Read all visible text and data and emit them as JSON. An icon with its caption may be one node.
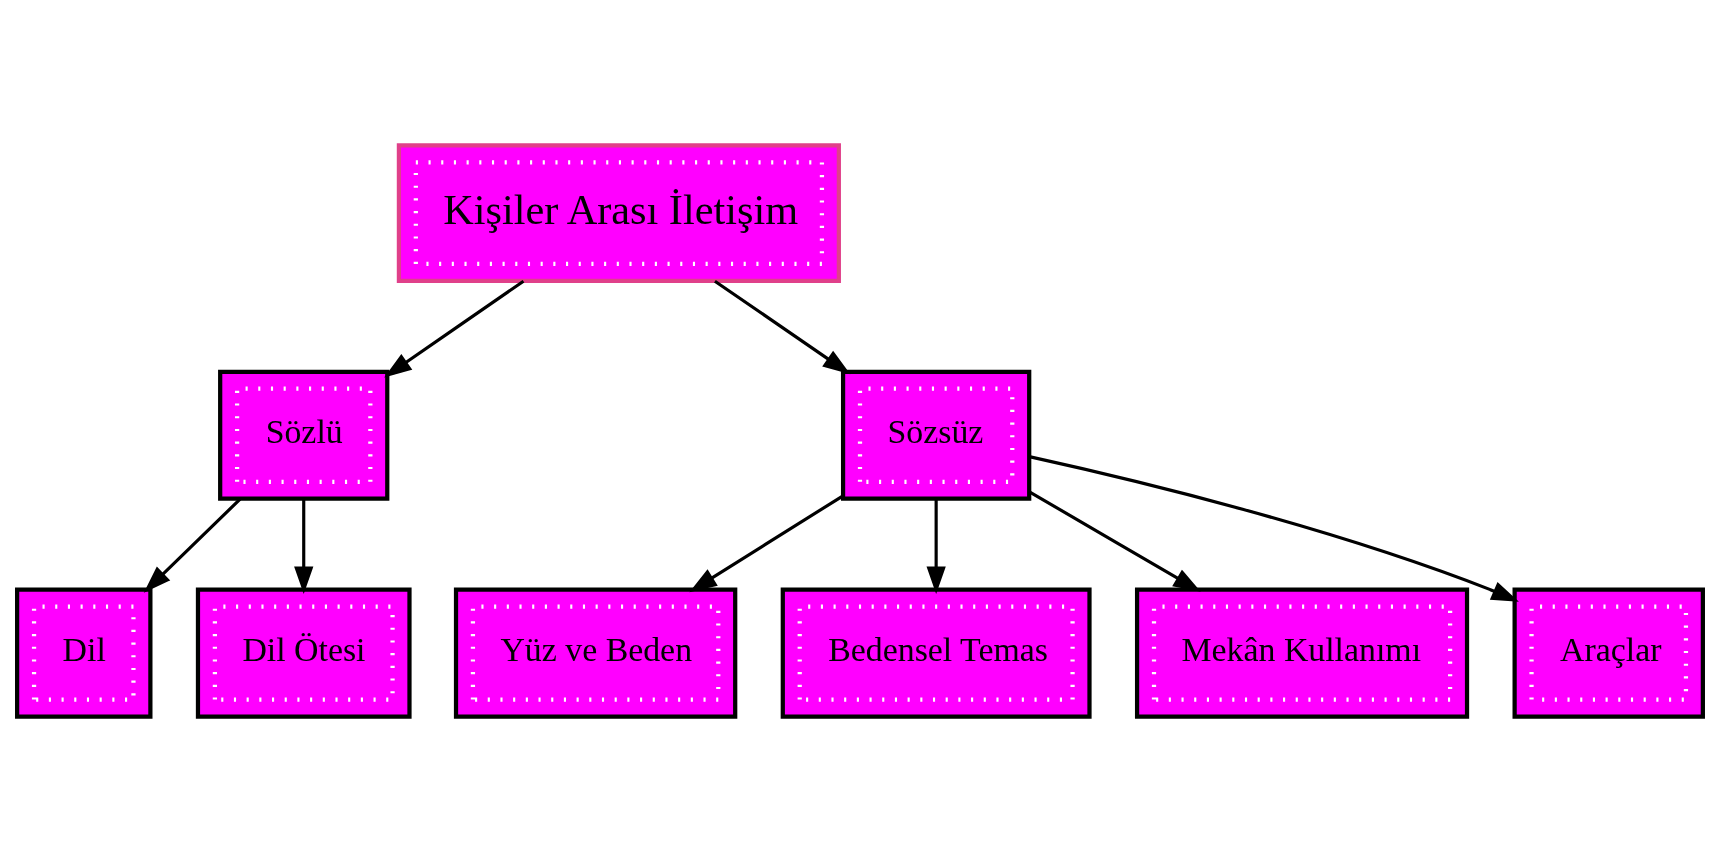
{
  "diagram": {
    "nodes": [
      {
        "text": [
          "Kişiler Arası İletişim"
        ]
      },
      {
        "text": [
          "Sözlü"
        ]
      },
      {
        "text": [
          "Sözsüz"
        ]
      },
      {
        "text": [
          "Dil"
        ]
      },
      {
        "text": [
          "Dil Ötesi"
        ]
      },
      {
        "text": [
          "Yüz ve Beden"
        ]
      },
      {
        "text": [
          "Bedensel Temas"
        ]
      },
      {
        "text": [
          "Mekân Kullanımı"
        ]
      },
      {
        "text": [
          "Araçlar"
        ]
      }
    ],
    "edges": [
      {
        "from": 0,
        "to": 1,
        "arrow": "to"
      },
      {
        "from": 0,
        "to": 2,
        "arrow": "to"
      },
      {
        "from": 1,
        "to": 3,
        "arrow": "to"
      },
      {
        "from": 1,
        "to": 4,
        "arrow": "to"
      },
      {
        "from": 2,
        "to": 5,
        "arrow": "to"
      },
      {
        "from": 2,
        "to": 6,
        "arrow": "to"
      },
      {
        "from": 2,
        "to": 7,
        "arrow": "to"
      },
      {
        "from": 2,
        "to": 8,
        "arrow": "to"
      }
    ]
  }
}
